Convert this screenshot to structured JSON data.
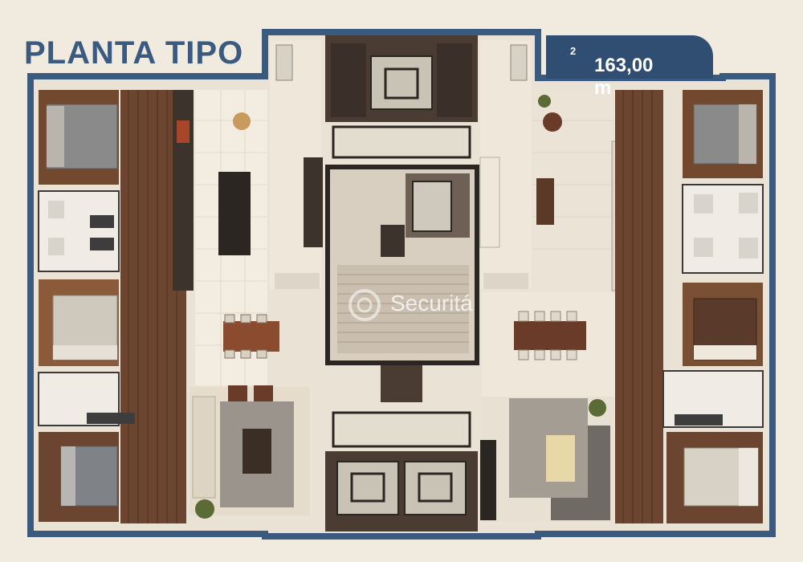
{
  "title": "PLANTA TIPO",
  "area": {
    "value": "163,00 m",
    "unit_sup": "2"
  },
  "watermark": {
    "text": "Securitá"
  },
  "colors": {
    "frame": "#3a5a80",
    "badge": "#2f4e72",
    "wood_floor": "#6b4530",
    "tile_floor": "#eadfcd",
    "light_floor": "#f3ece1",
    "core": "#4a3c33",
    "stair": "#d9cfc0",
    "rug": "#9a948c",
    "bed": "#8c8c8c",
    "plant": "#5a6b36"
  }
}
